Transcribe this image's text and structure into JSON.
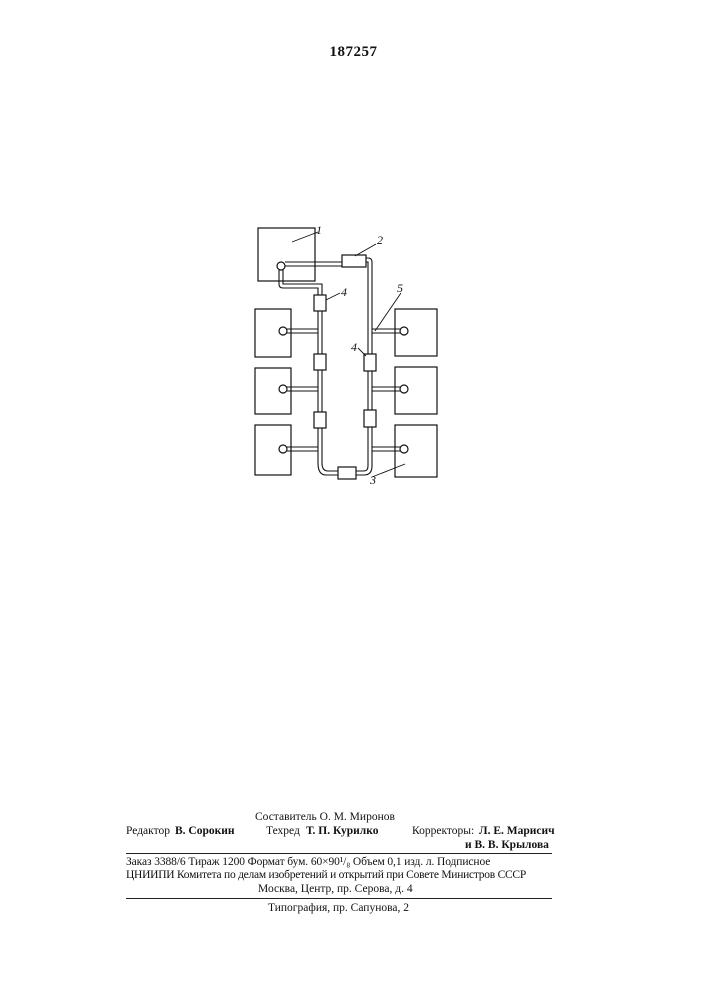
{
  "patent_number": "187257",
  "figure_labels": {
    "l1": "1",
    "l2": "2",
    "l3": "3",
    "l4a": "4",
    "l4b": "4",
    "l5": "5"
  },
  "colophon": {
    "compiler": "Составитель О. М. Миронов",
    "editor_label": "Редактор",
    "editor_name": "В. Сорокин",
    "techred_label": "Техред",
    "techred_name": "Т. П. Курилко",
    "correctors_label": "Корректоры:",
    "corrector1": "Л. Е. Марисич",
    "corrector2": "и В. В. Крылова",
    "order_line": "Заказ 3388/6    Тираж 1200    Формат бум. 60×90¹/₈    Объем 0,1 изд. л.    Подписное",
    "institute_line": "ЦНИИПИ Комитета по делам изобретений и открытий при Совете Министров СССР",
    "address_line": "Москва, Центр, пр. Серова, д. 4",
    "printer_line": "Типография, пр. Сапунова, 2"
  }
}
